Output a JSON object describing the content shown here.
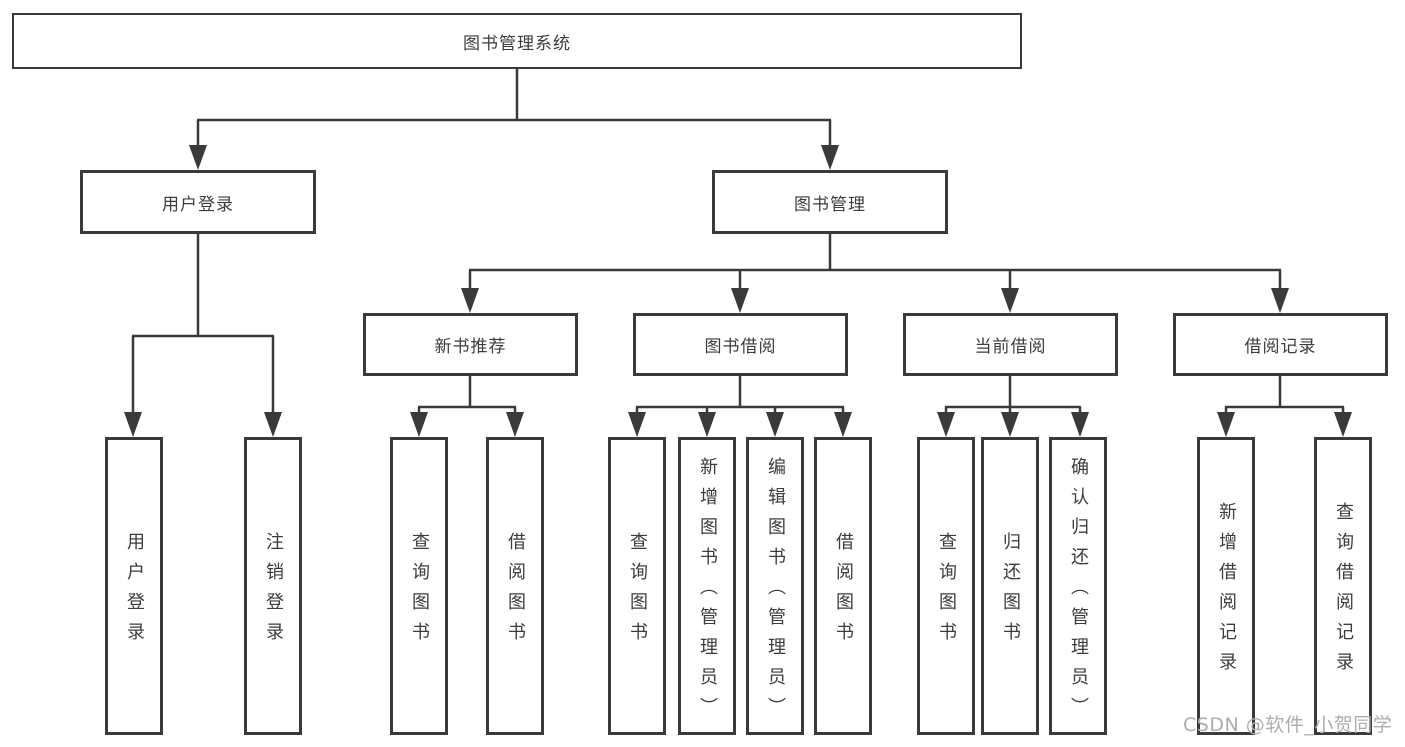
{
  "title": "图书管理系统",
  "tree": {
    "label": "图书管理系统",
    "children": [
      {
        "label": "用户登录",
        "children": [
          {
            "label": "用户登录"
          },
          {
            "label": "注销登录"
          }
        ]
      },
      {
        "label": "图书管理",
        "children": [
          {
            "label": "新书推荐",
            "children": [
              {
                "label": "查询图书"
              },
              {
                "label": "借阅图书"
              }
            ]
          },
          {
            "label": "图书借阅",
            "children": [
              {
                "label": "查询图书"
              },
              {
                "label": "新增图书（管理员）"
              },
              {
                "label": "编辑图书（管理员）"
              },
              {
                "label": "借阅图书"
              }
            ]
          },
          {
            "label": "当前借阅",
            "children": [
              {
                "label": "查询图书"
              },
              {
                "label": "归还图书"
              },
              {
                "label": "确认归还（管理员）"
              }
            ]
          },
          {
            "label": "借阅记录",
            "children": [
              {
                "label": "新增借阅记录"
              },
              {
                "label": "查询借阅记录"
              }
            ]
          }
        ]
      }
    ]
  },
  "watermark": "CSDN @软件_小贺同学",
  "colors": {
    "line": "#3a3a3a",
    "text": "#3c3c3c",
    "watermark": "#adadad",
    "background": "#ffffff"
  }
}
